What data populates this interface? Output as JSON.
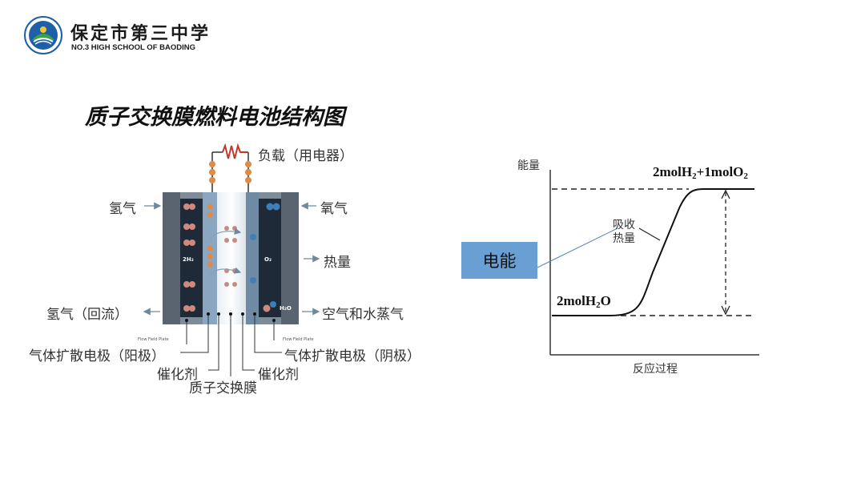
{
  "header": {
    "school_name_cn": "保定市第三中学",
    "school_name_en": "NO.3 HIGH SCHOOL OF BAODING"
  },
  "fuel_cell": {
    "title": "质子交换膜燃料电池结构图",
    "load_label": "负载（用电器）",
    "hydrogen_in": "氢气",
    "oxygen_in": "氧气",
    "heat": "热量",
    "hydrogen_return": "氢气（回流）",
    "air_vapor": "空气和水蒸气",
    "anode_electrode": "气体扩散电极（阳极）",
    "cathode_electrode": "气体扩散电极（阴极）",
    "catalyst_left": "催化剂",
    "catalyst_right": "催化剂",
    "membrane": "质子交换膜",
    "flow_plate_left": "Flow Field Plate",
    "flow_plate_right": "Flow Field Plate",
    "anode_gas": "2H₂",
    "cathode_gas": "O₂",
    "water": "H₂O"
  },
  "energy_diagram": {
    "y_axis": "能量",
    "x_axis": "反应过程",
    "absorb_heat_line1": "吸收",
    "absorb_heat_line2": "热量",
    "reactant_label": "2molH₂O",
    "product_prefix": "2molH",
    "product_mid": "+1molO",
    "sub2": "2",
    "reactant_prefix": "2molH",
    "reactant_suffix": "O",
    "callout": "电能"
  },
  "colors": {
    "box_blue": "#6a9fd3",
    "plate_gray": "#5a6470",
    "channel_dark": "#1e2a38",
    "electrode_blue": "#8aa6c1",
    "membrane_light": "#dfe7ee",
    "load_red": "#c0392b"
  }
}
